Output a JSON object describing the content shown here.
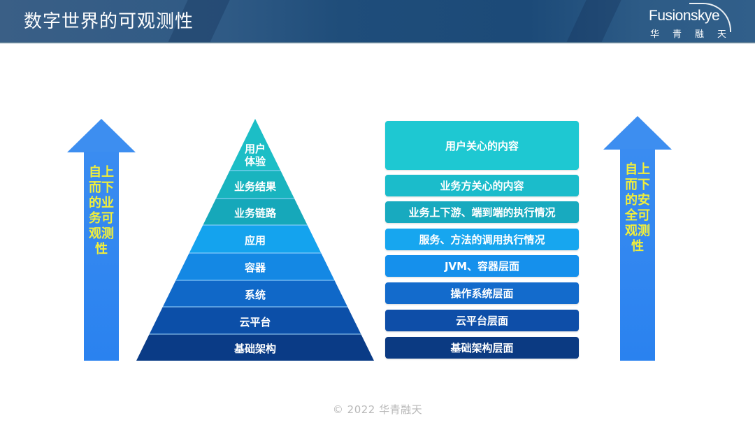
{
  "header": {
    "title": "数字世界的可观测性",
    "logo_en": "Fusionskye",
    "logo_cn": "华青融天"
  },
  "left_arrow": {
    "label": "自上而下的业务可观测性",
    "color": "#3a8cf1",
    "text_color": "#f2ef3a"
  },
  "right_arrow": {
    "label": "自上而下的安全可观测性",
    "color": "#3a8cf1",
    "text_color": "#f2ef3a"
  },
  "pyramid": {
    "layers": [
      {
        "label": "用户体验",
        "line1": "用户",
        "line2": "体验",
        "color": "#1cbec6"
      },
      {
        "label": "业务结果",
        "color": "#19b4bf"
      },
      {
        "label": "业务链路",
        "color": "#16a8ba"
      },
      {
        "label": "应用",
        "color": "#14a3ee"
      },
      {
        "label": "容器",
        "color": "#1488e4"
      },
      {
        "label": "系统",
        "color": "#1068c8"
      },
      {
        "label": "云平台",
        "color": "#0c4fa8"
      },
      {
        "label": "基础架构",
        "color": "#0a3b86"
      }
    ]
  },
  "concerns": [
    {
      "label": "用户关心的内容",
      "color": "#1ec8d2"
    },
    {
      "label": "业务方关心的内容",
      "color": "#1bbccb"
    },
    {
      "label": "业务上下游、端到端的执行情况",
      "color": "#18aabf"
    },
    {
      "label": "服务、方法的调用执行情况",
      "color": "#17a6ef"
    },
    {
      "label": "JVM、容器层面",
      "color": "#1590ec"
    },
    {
      "label": "操作系统层面",
      "color": "#136bcc"
    },
    {
      "label": "云平台层面",
      "color": "#0e4ea8"
    },
    {
      "label": "基础架构层面",
      "color": "#0b3a82"
    }
  ],
  "footer": {
    "text": "© 2022 华青融天"
  }
}
